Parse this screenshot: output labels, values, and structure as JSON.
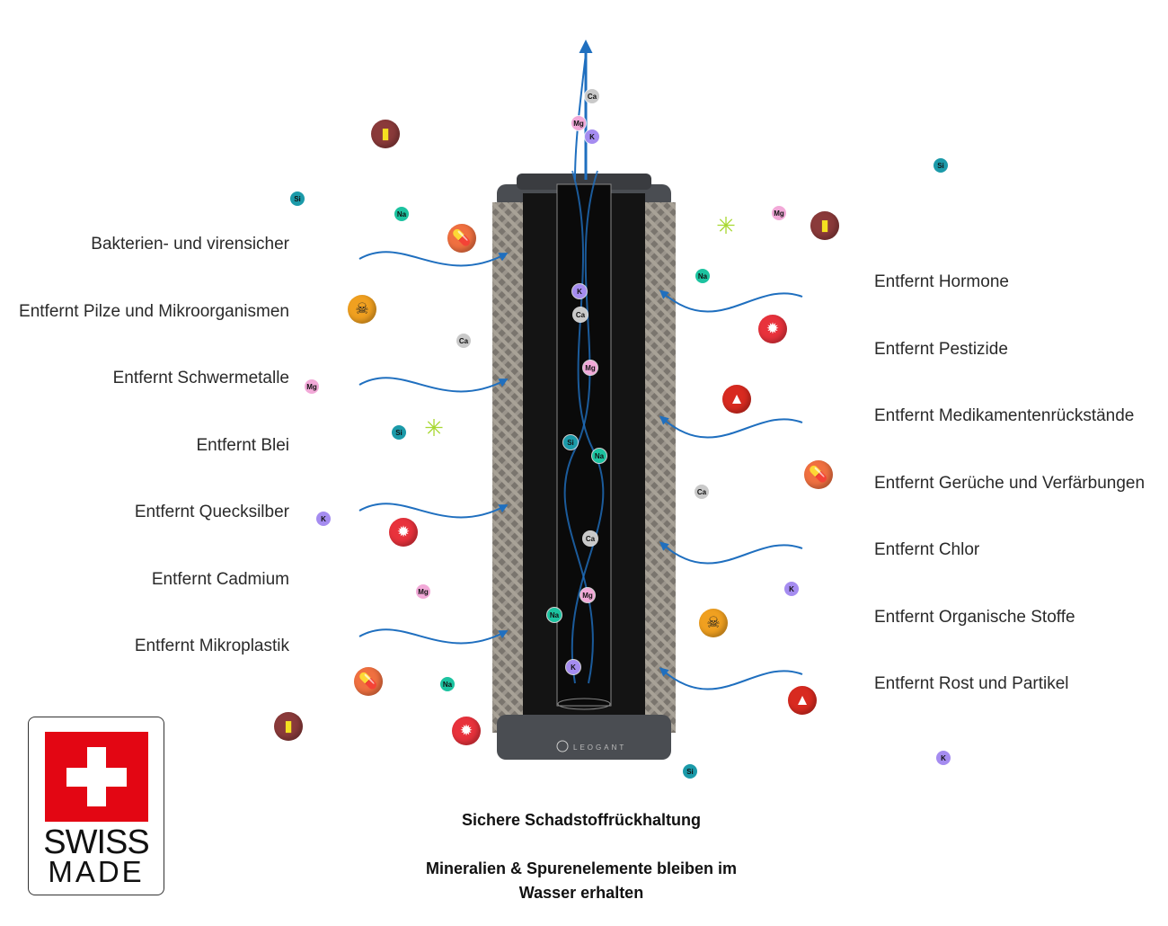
{
  "left_labels": [
    "Bakterien- und virensicher",
    "Entfernt Pilze und Mikroorganismen",
    "Entfernt Schwermetalle",
    "Entfernt Blei",
    "Entfernt Quecksilber",
    "Entfernt Cadmium",
    "Entfernt Mikroplastik"
  ],
  "right_labels": [
    "Entfernt Hormone",
    "Entfernt Pestizide",
    "Entfernt Medikamentenrückstände",
    "Entfernt Gerüche und Verfärbungen",
    "Entfernt Chlor",
    "Entfernt Organische Stoffe",
    "Entfernt Rost und Partikel"
  ],
  "captions": {
    "line1": "Sichere Schadstoffrückhaltung",
    "line2": "Mineralien & Spurenelemente bleiben im Wasser erhalten"
  },
  "filter_brand": "LEOGANT",
  "swiss": {
    "line1": "SWISS",
    "line2": "MADE"
  },
  "elements": [
    "Ca",
    "Mg",
    "K",
    "Si",
    "Na",
    "Si",
    "Mg",
    "Na",
    "Ca",
    "Mg",
    "Si",
    "K",
    "Ca",
    "Mg",
    "K",
    "Na",
    "Si",
    "K",
    "K",
    "Ca",
    "Mg",
    "Si",
    "Na",
    "Ca",
    "Mg",
    "Na",
    "K"
  ],
  "element_colors": {
    "Ca": "#c9c9c9",
    "Mg": "#f2a9d8",
    "K": "#a58cf0",
    "Si": "#1b9aa9",
    "Na": "#1cc3a0"
  },
  "contaminant_icons": [
    "bottle-icon",
    "pill-icon",
    "skull-icon",
    "germ-icon",
    "virus-icon",
    "pill-icon",
    "bottle-icon",
    "virus-icon",
    "germ-icon",
    "bottle-icon",
    "virus-icon",
    "rust-icon",
    "pill-icon",
    "skull-icon",
    "rust-icon"
  ],
  "flow_color": "#1f6fbf"
}
